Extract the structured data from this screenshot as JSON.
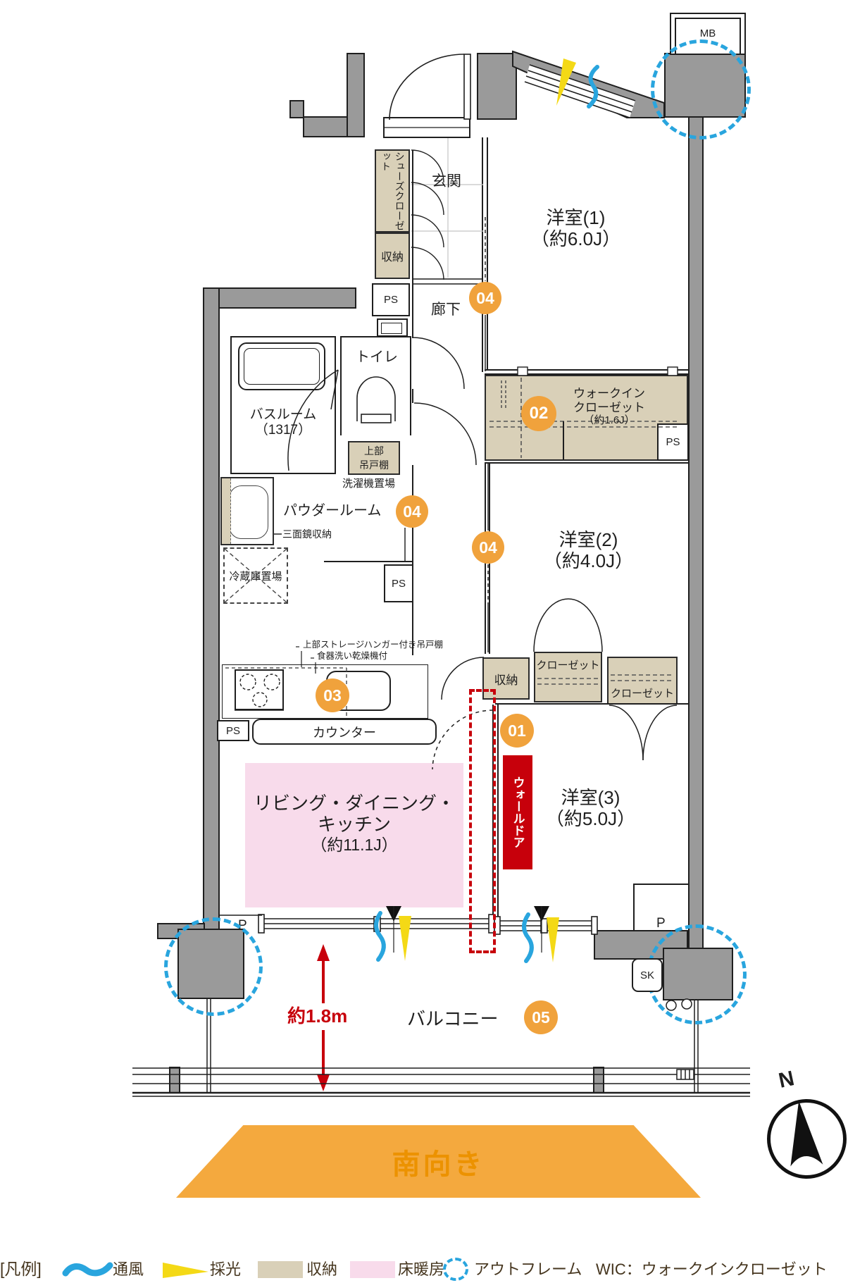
{
  "labels": {
    "mb": "MB",
    "genkan": "玄関",
    "shoes_closet": "シューズクローゼット",
    "shoes_storage": "収納",
    "ps": "PS",
    "hallway": "廊下",
    "room1_name": "洋室(1)",
    "room1_size": "（約6.0J）",
    "toilet": "トイレ",
    "upper_cabinet": "上部吊戸棚",
    "upper_cabinet_l1": "上部",
    "upper_cabinet_l2": "吊戸棚",
    "bathroom": "バスルーム",
    "bathroom_size": "（1317）",
    "laundry": "洗濯機置場",
    "powder": "パウダールーム",
    "mirror": "三面鏡収納",
    "fridge": "冷蔵庫置場",
    "wic_l1": "ウォークイン",
    "wic_l2": "クローゼット",
    "wic_l3": "（約1.6J）",
    "room2_name": "洋室(2)",
    "room2_size": "（約4.0J）",
    "storage": "収納",
    "closet": "クローゼット",
    "note_hanger": "上部ストレージハンガー付き吊戸棚",
    "note_dishwasher": "食器洗い乾燥機付",
    "counter": "カウンター",
    "ldk_l1": "リビング・ダイニング・",
    "ldk_l2": "キッチン",
    "ldk_l3": "（約11.1J）",
    "wall_door": "ウォールドア",
    "room3_name": "洋室(3)",
    "room3_size": "（約5.0J）",
    "balcony": "バルコニー",
    "dimension": "約1.8m",
    "south": "南向き",
    "sk": "SK",
    "p_left": "P",
    "p_right": "P",
    "north": "N"
  },
  "markers": {
    "m01": "01",
    "m02": "02",
    "m03": "03",
    "m04": "04",
    "m05": "05"
  },
  "legend": {
    "heading": "[凡例]",
    "ventilation": "通風",
    "daylight": "採光",
    "storage": "収納",
    "floor_heating": "床暖房",
    "outframe": "アウトフレーム",
    "wic_note": "WIC：ウォークインクローゼット"
  },
  "colors": {
    "wall": "#9a9a9a",
    "storage_fill": "#d9d0b8",
    "floor_heating_fill": "#f8dbeb",
    "marker_orange": "#f0a23c",
    "accent_red": "#c7000b",
    "accent_blue": "#29a5de",
    "accent_yellow": "#f4d916",
    "south_band": "#f4a93e",
    "south_text": "#ec9200",
    "legend_text": "#45351e"
  }
}
